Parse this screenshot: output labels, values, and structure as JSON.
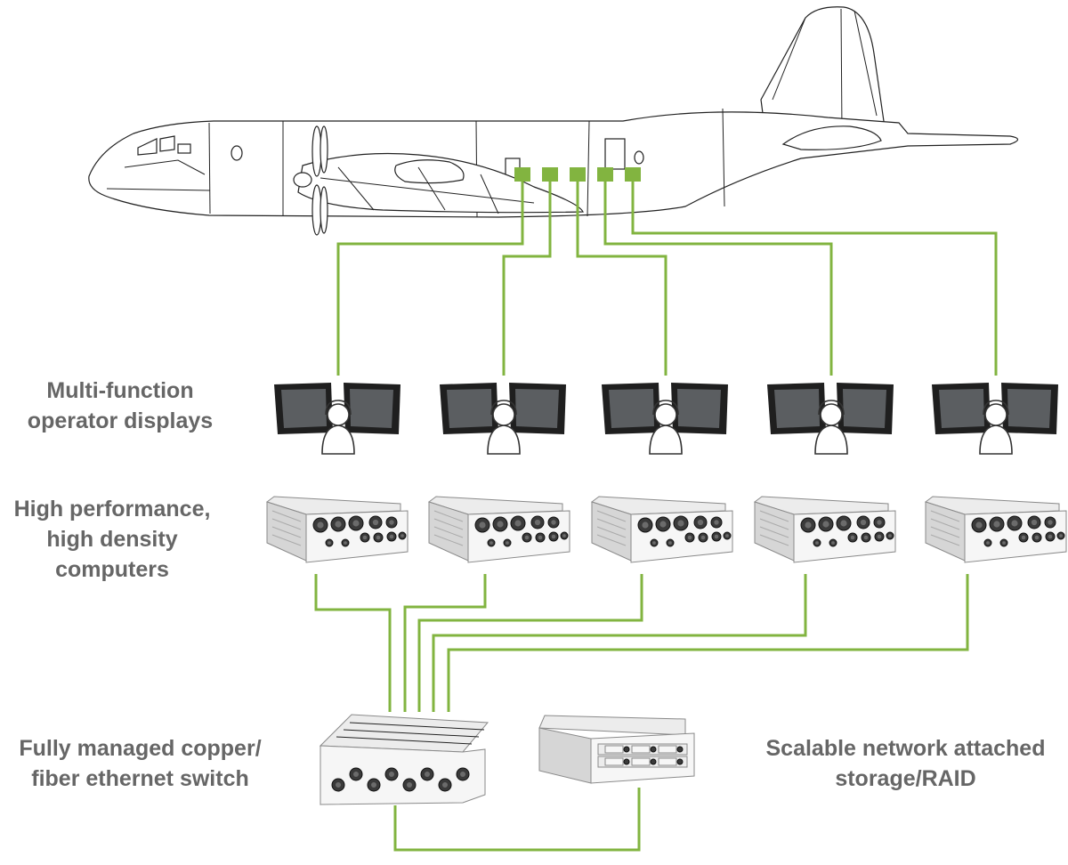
{
  "labels": {
    "displays": "Multi-function\noperator displays",
    "computers": "High performance,\nhigh density\ncomputers",
    "switch": "Fully managed copper/\nfiber ethernet switch",
    "storage": "Scalable network attached\nstorage/RAID"
  },
  "colors": {
    "wire": "#82b440",
    "label_text": "#666666",
    "airframe_outline": "#222222",
    "monitor_bezel": "#1f1f1f",
    "chassis": "#ececec"
  },
  "components": {
    "aircraft_ports": 5,
    "operator_stations": 5,
    "computers": 5,
    "switches": 1,
    "storage_units": 1
  },
  "links": [
    {
      "from": "aircraft-port-1",
      "to": "operator-station-1"
    },
    {
      "from": "aircraft-port-2",
      "to": "operator-station-2"
    },
    {
      "from": "aircraft-port-3",
      "to": "operator-station-3"
    },
    {
      "from": "aircraft-port-4",
      "to": "operator-station-4"
    },
    {
      "from": "aircraft-port-5",
      "to": "operator-station-5"
    },
    {
      "from": "computer-1",
      "to": "ethernet-switch"
    },
    {
      "from": "computer-2",
      "to": "ethernet-switch"
    },
    {
      "from": "computer-3",
      "to": "ethernet-switch"
    },
    {
      "from": "computer-4",
      "to": "ethernet-switch"
    },
    {
      "from": "computer-5",
      "to": "ethernet-switch"
    },
    {
      "from": "ethernet-switch",
      "to": "storage-raid"
    }
  ]
}
